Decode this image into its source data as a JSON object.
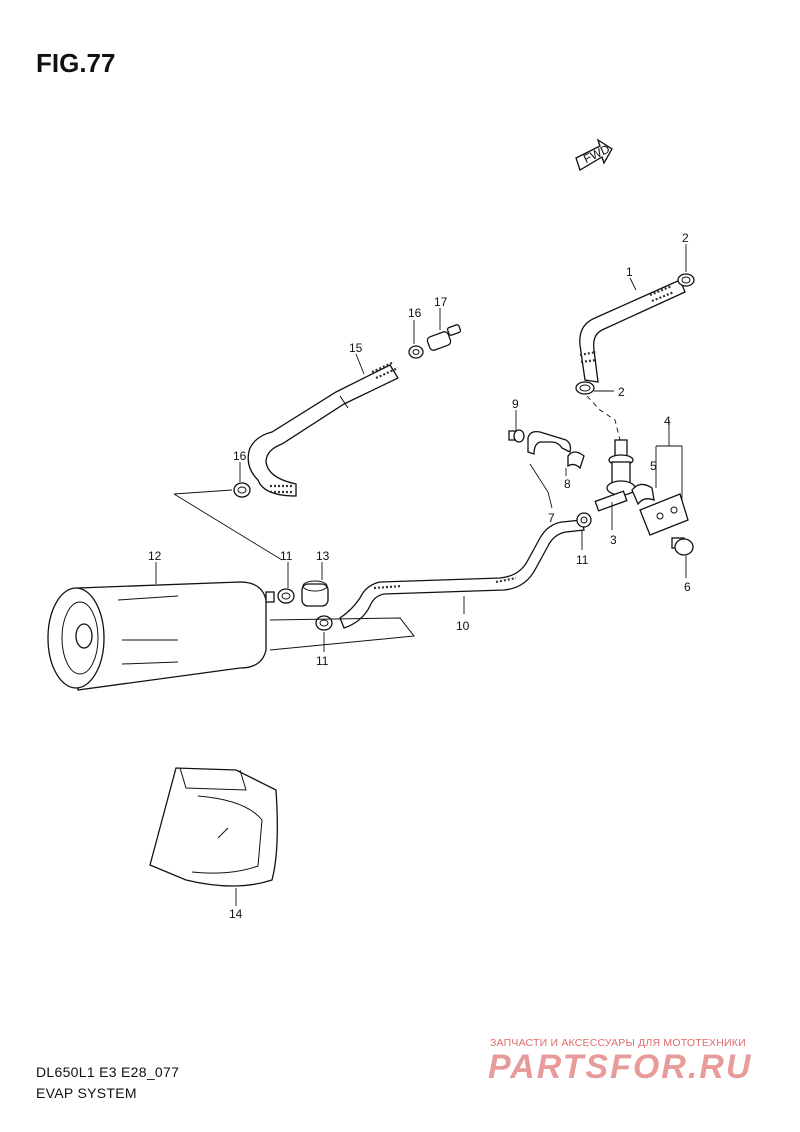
{
  "figure": {
    "title": "FIG.77",
    "model_code": "DL650L1 E3 E28_077",
    "section_name": "EVAP SYSTEM"
  },
  "fwd_arrow_label": "FWD",
  "callouts": [
    "1",
    "2",
    "2",
    "3",
    "4",
    "5",
    "6",
    "7",
    "8",
    "9",
    "10",
    "11",
    "11",
    "11",
    "12",
    "13",
    "14",
    "15",
    "16",
    "16",
    "17"
  ],
  "watermark": {
    "caption": "ЗАПЧАСТИ И АКСЕССУАРЫ ДЛЯ МОТОТЕХНИКИ",
    "logo_text": "PARTSFOR.RU"
  },
  "colors": {
    "line": "#111111",
    "watermark": "#e06a6a"
  }
}
